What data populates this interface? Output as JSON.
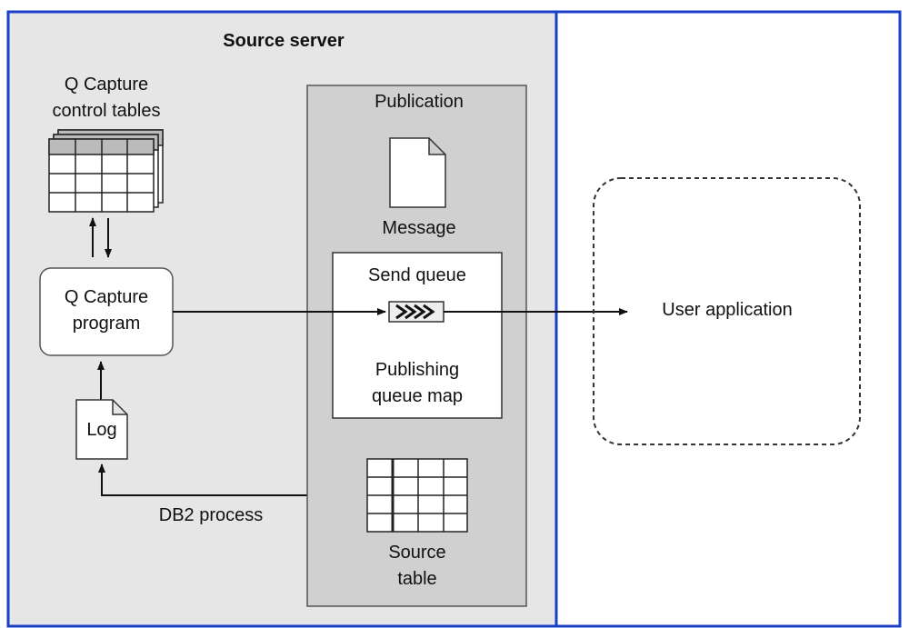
{
  "source_server": {
    "title": "Source server"
  },
  "control_tables": {
    "line1": "Q Capture",
    "line2": "control tables"
  },
  "capture_program": {
    "line1": "Q Capture",
    "line2": "program"
  },
  "log": {
    "label": "Log"
  },
  "db2_process": {
    "label": "DB2 process"
  },
  "publication": {
    "title": "Publication",
    "message_label": "Message",
    "send_queue_label": "Send queue",
    "queue_map_line1": "Publishing",
    "queue_map_line2": "queue map",
    "source_table_line1": "Source",
    "source_table_line2": "table"
  },
  "user_application": {
    "label": "User application"
  },
  "colors": {
    "panel": "#e6e6e6",
    "publication": "#d0d0d0",
    "border": "#1a3fc8",
    "stroke": "#222222"
  }
}
